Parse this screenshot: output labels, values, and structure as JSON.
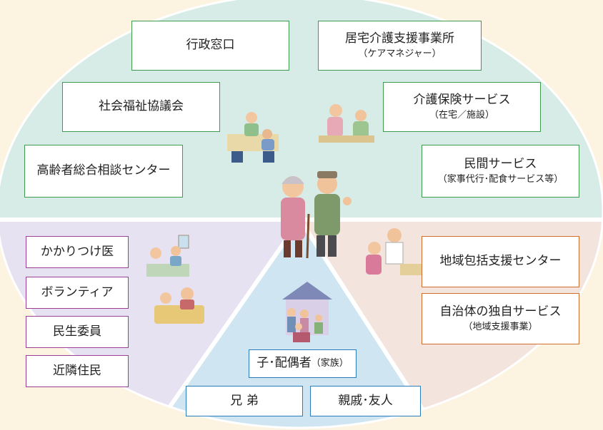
{
  "colors": {
    "background": "#fdf3e1",
    "top_sector": "#d7ece6",
    "left_sector": "#e6e2f1",
    "right_sector": "#f3e4de",
    "bottom_sector": "#cfe5f1",
    "green_border": "#3d9a4e",
    "purple_border": "#9a3f93",
    "orange_border": "#d06c2c",
    "blue_border": "#2a7dbd"
  },
  "top_group": {
    "gyosei": "行政窓口",
    "kyotaku": "居宅介護支援事業所",
    "kyotaku_sub": "（ケアマネジャー）",
    "shakai": "社会福祉協議会",
    "kaigo": "介護保険サービス",
    "kaigo_sub": "（在宅／施設）",
    "koreisha": "高齢者総合相談センター",
    "minkan": "民間サービス",
    "minkan_sub": "（家事代行･配食サービス等）"
  },
  "left_group": {
    "kakari": "かかりつけ医",
    "volunteer": "ボランティア",
    "minsei": "民生委員",
    "kinrin": "近隣住民"
  },
  "right_group": {
    "chiiki": "地域包括支援センター",
    "jichitai": "自治体の独自サービス",
    "jichitai_sub": "（地域支援事業）"
  },
  "bottom_group": {
    "ko": "子･配偶者",
    "ko_sub": "（家族）",
    "kyodai": "兄 弟",
    "shinseki": "親戚･友人"
  },
  "icons": [
    "elderly-couple-icon",
    "office-meeting-icon",
    "care-service-icon",
    "doctor-visit-icon",
    "home-care-icon",
    "family-home-icon"
  ]
}
